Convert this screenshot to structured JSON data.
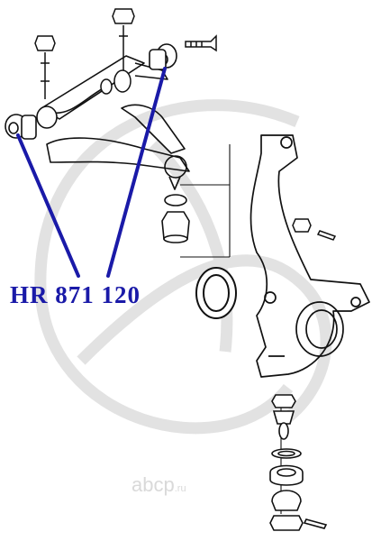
{
  "diagram": {
    "part_number": "HR 871 120",
    "colors": {
      "pointer": "#1a1aa8",
      "line": "#111111",
      "watermark": "#dcdcdc"
    }
  },
  "watermark": {
    "text": "abcp",
    "domain": ".ru"
  }
}
